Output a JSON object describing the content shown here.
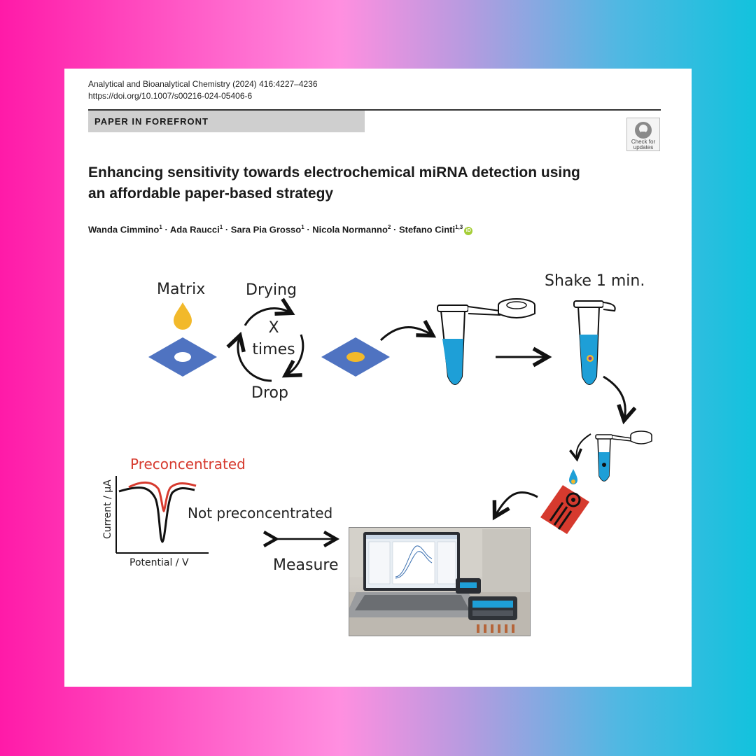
{
  "header": {
    "journal_line": "Analytical and Bioanalytical Chemistry (2024) 416:4227–4236",
    "doi": "https://doi.org/10.1007/s00216-024-05406-6",
    "section_banner": "PAPER IN FOREFRONT",
    "check_updates": {
      "line1": "Check for",
      "line2": "updates"
    }
  },
  "article": {
    "title_line1": "Enhancing sensitivity towards electrochemical miRNA detection using",
    "title_line2": "an affordable paper-based strategy",
    "authors": [
      {
        "name": "Wanda Cimmino",
        "aff": "1"
      },
      {
        "name": "Ada Raucci",
        "aff": "1"
      },
      {
        "name": "Sara Pia Grosso",
        "aff": "1"
      },
      {
        "name": "Nicola Normanno",
        "aff": "2"
      },
      {
        "name": "Stefano Cinti",
        "aff": "1,3"
      }
    ],
    "separator": "·"
  },
  "graphical_abstract": {
    "matrix": "Matrix",
    "drying": "Drying",
    "cycle_x": "X",
    "cycle_times": "times",
    "drop": "Drop",
    "shake": "Shake 1 min.",
    "preconcentrated": "Preconcentrated",
    "not_preconcentrated": "Not preconcentrated",
    "y_axis": "Current / µA",
    "x_axis": "Potential / V",
    "measure": "Measure"
  },
  "colors": {
    "paper_blue": "#4f73c1",
    "solution_blue": "#1e9fd7",
    "drop_yellow": "#f2b92b",
    "red_curve": "#d63a2e",
    "banner_gray": "#cfcfcf"
  }
}
